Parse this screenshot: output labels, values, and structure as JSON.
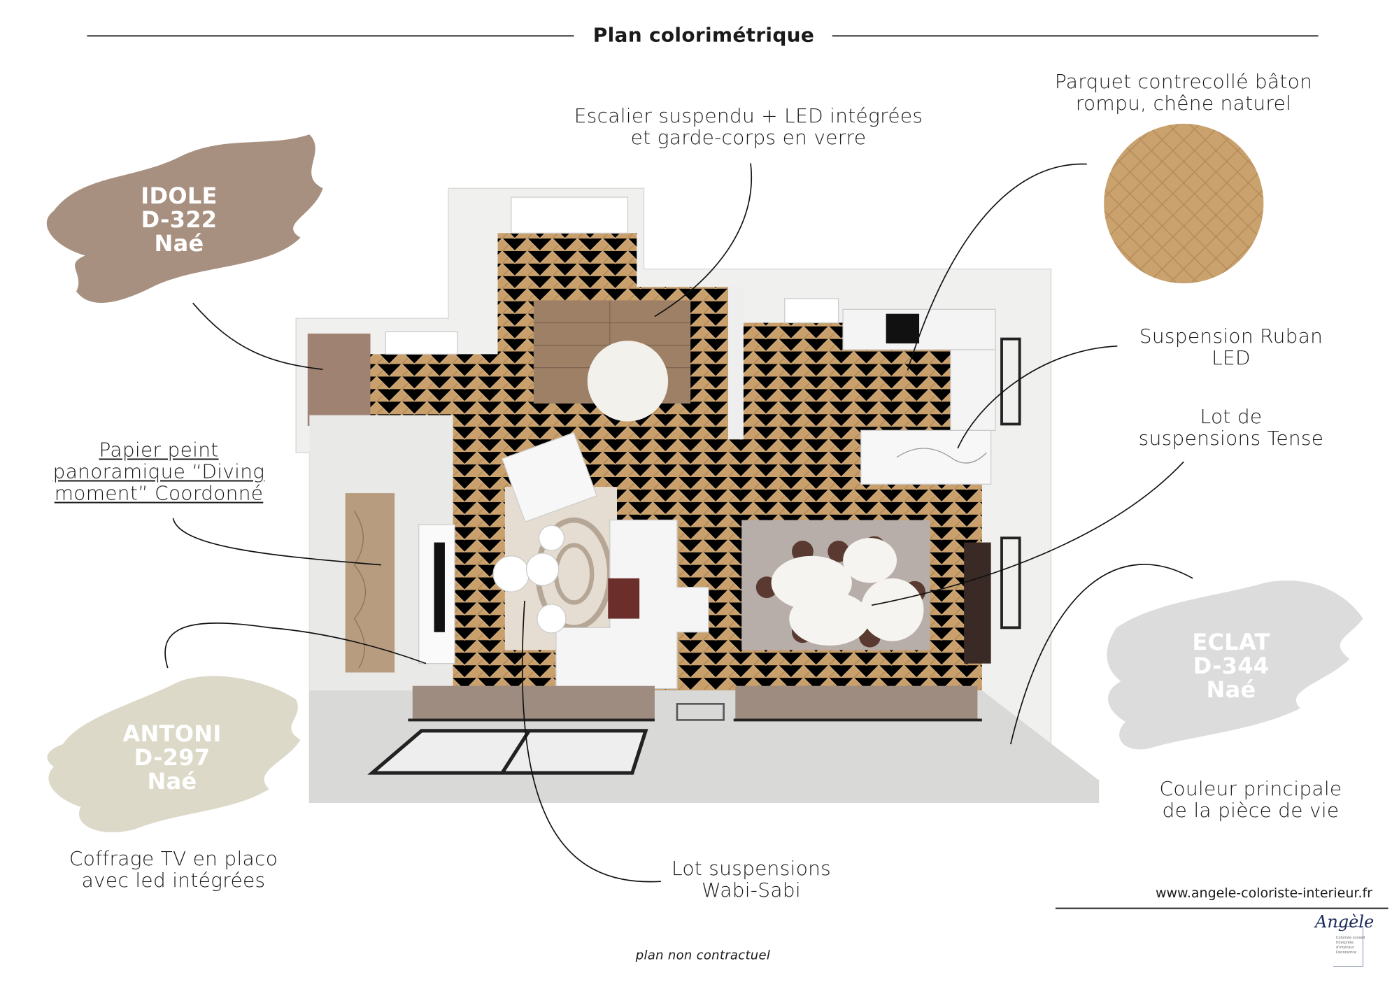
{
  "title": "Plan colorimétrique",
  "swatches": [
    {
      "name": "IDOLE",
      "code": "D-322",
      "brand": "Naé",
      "color": "#a89080"
    },
    {
      "name": "ANTONI",
      "code": "D-297",
      "brand": "Naé",
      "color": "#ddd9c8"
    },
    {
      "name": "ECLAT",
      "code": "D-344",
      "brand": "Naé",
      "color": "#dcdcdc"
    }
  ],
  "annotations": {
    "parquet": [
      "Parquet contrecollé bâton",
      "rompu, chêne naturel"
    ],
    "escalier": [
      "Escalier suspendu + LED intégrées",
      "et garde-corps en verre"
    ],
    "ruban": [
      "Suspension Ruban",
      "LED"
    ],
    "tense": [
      "Lot de",
      "suspensions Tense"
    ],
    "papier": [
      "Papier peint",
      "panoramique “Diving",
      "moment” Coordonné"
    ],
    "coffrage": [
      "Coffrage TV en placo",
      "avec led intégrées"
    ],
    "wabi": [
      "Lot suspensions",
      "Wabi-Sabi"
    ],
    "couleur": [
      "Couleur principale",
      "de la pièce de vie"
    ]
  },
  "website": "www.angele-coloriste-interieur.fr",
  "disclaimer": "plan non contractuel",
  "logo": {
    "signature": "Angèle",
    "lines": [
      "Coloriste conseil",
      "Interprète d'intérieur",
      "Décoratrice"
    ]
  }
}
